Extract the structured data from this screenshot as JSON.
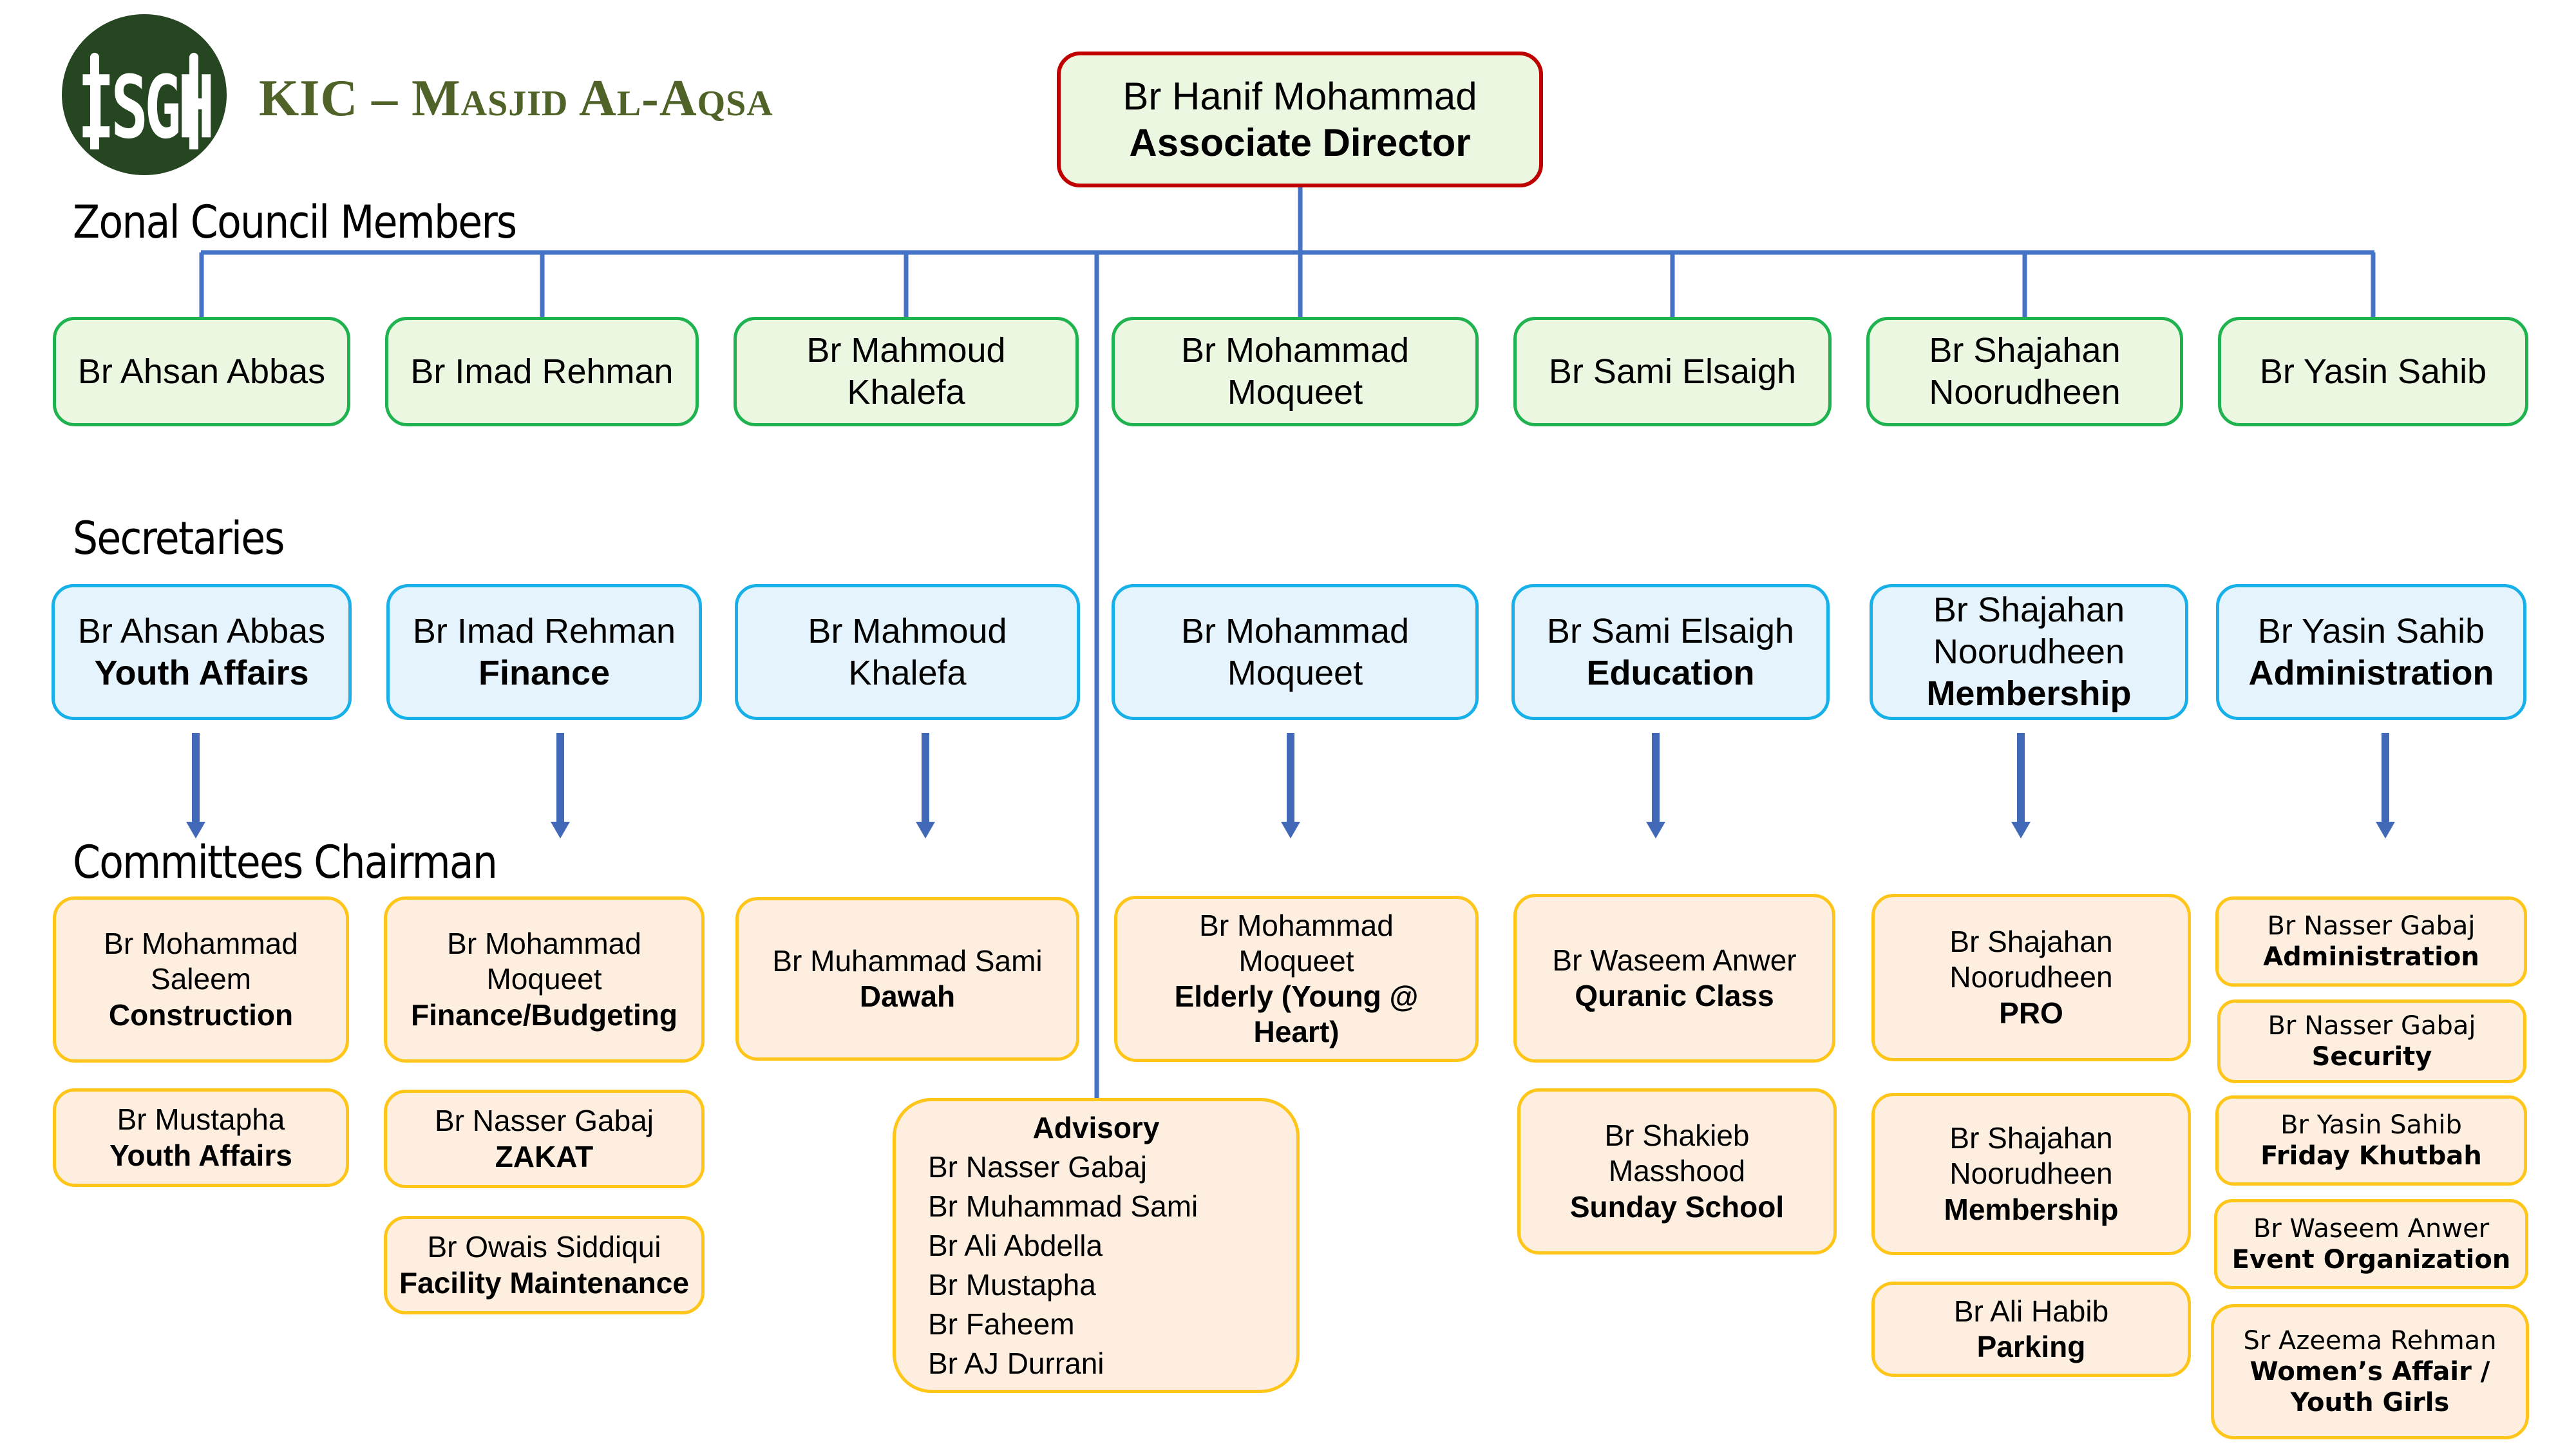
{
  "header": {
    "logo_text": "ISGH",
    "org_title": "KIC – Masjid Al-Aqsa"
  },
  "director": {
    "name": "Br Hanif Mohammad",
    "role": "Associate Director"
  },
  "sections": {
    "council": "Zonal Council Members",
    "secretaries": "Secretaries",
    "committees": "Committees Chairman"
  },
  "council": [
    {
      "line1": "Br Ahsan Abbas",
      "line2": ""
    },
    {
      "line1": "Br Imad Rehman",
      "line2": ""
    },
    {
      "line1": "Br Mahmoud",
      "line2": "Khalefa"
    },
    {
      "line1": "Br Mohammad",
      "line2": "Moqueet"
    },
    {
      "line1": "Br Sami Elsaigh",
      "line2": ""
    },
    {
      "line1": "Br Shajahan",
      "line2": "Noorudheen"
    },
    {
      "line1": "Br Yasin Sahib",
      "line2": ""
    }
  ],
  "secretaries": [
    {
      "name": "Br Ahsan Abbas",
      "name2": "",
      "role": "Youth Affairs"
    },
    {
      "name": "Br Imad Rehman",
      "name2": "",
      "role": "Finance"
    },
    {
      "name": "Br Mahmoud",
      "name2": "Khalefa",
      "role": ""
    },
    {
      "name": "Br Mohammad",
      "name2": "Moqueet",
      "role": ""
    },
    {
      "name": "Br Sami Elsaigh",
      "name2": "",
      "role": "Education"
    },
    {
      "name": "Br Shajahan",
      "name2": "Noorudheen",
      "role": "Membership"
    },
    {
      "name": "Br Yasin Sahib",
      "name2": "",
      "role": "Administration"
    }
  ],
  "committees": {
    "col1": [
      {
        "name": "Br Mohammad",
        "name2": "Saleem",
        "role": "Construction"
      },
      {
        "name": "Br Mustapha",
        "name2": "",
        "role": "Youth Affairs"
      }
    ],
    "col2": [
      {
        "name": "Br Mohammad",
        "name2": "Moqueet",
        "role": "Finance/Budgeting"
      },
      {
        "name": "Br Nasser Gabaj",
        "name2": "",
        "role": "ZAKAT"
      },
      {
        "name": "Br Owais Siddiqui",
        "name2": "",
        "role": "Facility Maintenance"
      }
    ],
    "col3": [
      {
        "name": "Br Muhammad Sami",
        "name2": "",
        "role": "Dawah"
      }
    ],
    "col4": [
      {
        "name": "Br Mohammad",
        "name2": "Moqueet",
        "role": "Elderly (Young @",
        "role2": "Heart)"
      }
    ],
    "col5": [
      {
        "name": "Br Waseem Anwer",
        "name2": "",
        "role": "Quranic Class"
      },
      {
        "name": "Br Shakieb",
        "name2": "Masshood",
        "role": "Sunday School"
      }
    ],
    "col6": [
      {
        "name": "Br Shajahan",
        "name2": "Noorudheen",
        "role": "PRO"
      },
      {
        "name": "Br Shajahan",
        "name2": "Noorudheen",
        "role": "Membership"
      },
      {
        "name": "Br Ali Habib",
        "name2": "",
        "role": "Parking"
      }
    ],
    "col7": [
      {
        "name": "Br Nasser Gabaj",
        "role": "Administration"
      },
      {
        "name": "Br Nasser Gabaj",
        "role": "Security"
      },
      {
        "name": "Br Yasin Sahib",
        "role": "Friday Khutbah"
      },
      {
        "name": "Br Waseem Anwer",
        "role": "Event Organization"
      },
      {
        "name": "Sr Azeema Rehman",
        "role": "Women’s Affair /",
        "role2": "Youth Girls"
      }
    ]
  },
  "advisory": {
    "title": "Advisory",
    "members": [
      "Br Nasser Gabaj",
      "Br Muhammad Sami",
      "Br Ali Abdella",
      "Br Mustapha",
      "Br Faheem",
      "Br AJ Durrani"
    ]
  },
  "colors": {
    "connector": "#4472c4",
    "arrow": "#4169b8",
    "director_border": "#c00000",
    "council_border": "#1fb34f",
    "council_fill": "#ebf7e0",
    "secretary_border": "#18b0e8",
    "secretary_fill": "#e5f3fc",
    "committee_border": "#ffc619",
    "committee_fill": "#fdeee0",
    "logo_green": "#254621",
    "title_green": "#4f6228"
  }
}
